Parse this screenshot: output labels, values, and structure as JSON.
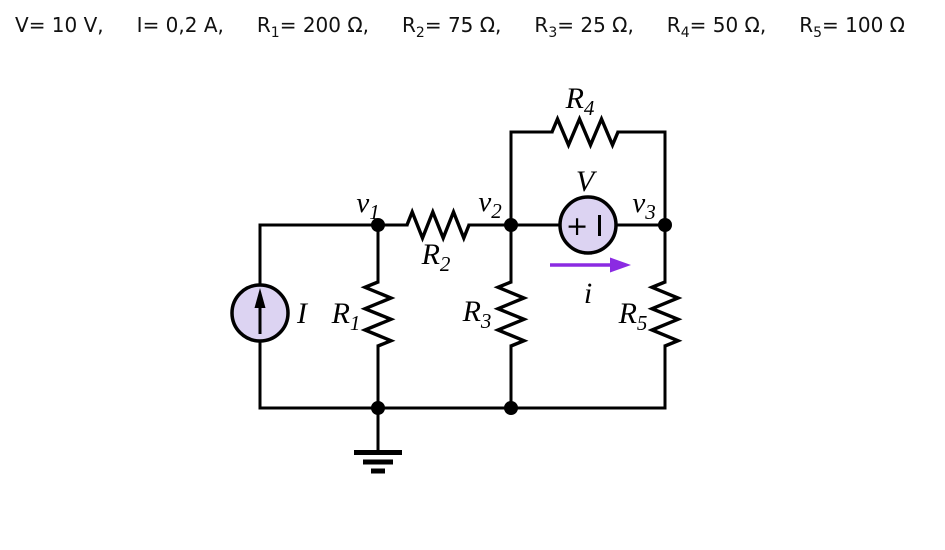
{
  "params": [
    {
      "name": "V",
      "sub": "",
      "rest": "=  10 V,"
    },
    {
      "name": "I",
      "sub": "",
      "rest": "= 0,2 A,"
    },
    {
      "name": "R",
      "sub": "1",
      "rest": "= 200 Ω,"
    },
    {
      "name": "R",
      "sub": "2",
      "rest": "= 75 Ω,"
    },
    {
      "name": "R",
      "sub": "3",
      "rest": "= 25 Ω,"
    },
    {
      "name": "R",
      "sub": "4",
      "rest": "= 50 Ω,"
    },
    {
      "name": "R",
      "sub": "5",
      "rest": "= 100 Ω"
    }
  ],
  "circuit": {
    "nodes": {
      "v1": {
        "main": "v",
        "sub": "1"
      },
      "v2": {
        "main": "v",
        "sub": "2"
      },
      "v3": {
        "main": "v",
        "sub": "3"
      }
    },
    "components": {
      "r1": {
        "main": "R",
        "sub": "1"
      },
      "r2": {
        "main": "R",
        "sub": "2"
      },
      "r3": {
        "main": "R",
        "sub": "3"
      },
      "r4": {
        "main": "R",
        "sub": "4"
      },
      "r5": {
        "main": "R",
        "sub": "5"
      },
      "voltage_source": "V",
      "voltage_source_polarity": "+",
      "current_source": "I",
      "branch_current": "i"
    },
    "colors": {
      "wire": "#000000",
      "source_fill": "#dcd3f2",
      "current_arrow": "#8b2be2"
    }
  }
}
